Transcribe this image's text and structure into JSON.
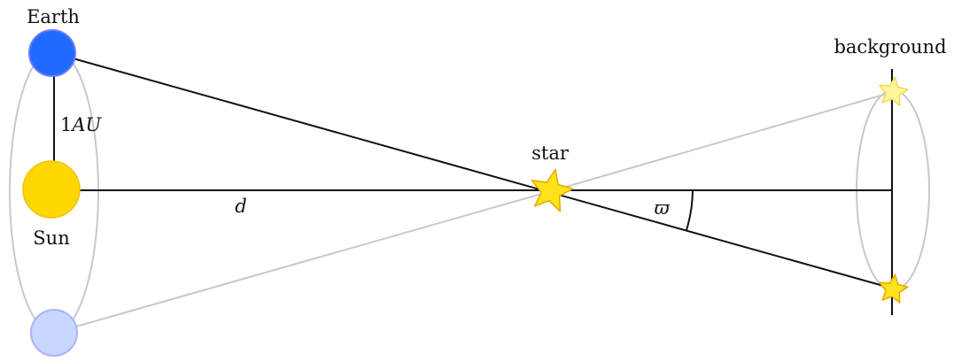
{
  "labels": {
    "earth": "Earth",
    "sun": "Sun",
    "au_number": "1",
    "au_unit": "AU",
    "distance": "d",
    "star": "star",
    "background": "background",
    "parallax_angle": "ϖ"
  },
  "colors": {
    "earth": "#1f6bff",
    "earth_faded": "#c9d6ff",
    "sun": "#ffd700",
    "star": "#ffe21a",
    "star_faded": "#fff59a",
    "line": "#111111",
    "faint_line": "#c8c8c8"
  }
}
